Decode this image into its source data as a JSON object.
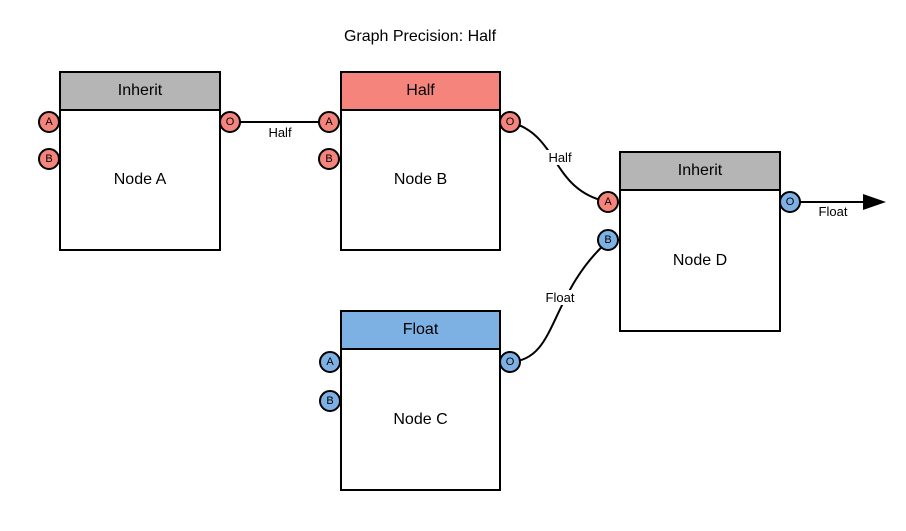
{
  "title": "Graph Precision: Half",
  "colors": {
    "header_inherit": "#B5B5B5",
    "precision_half": "#F4847C",
    "precision_float": "#7EB1E3",
    "edge_stroke": "#000000",
    "background": "#FFFFFF"
  },
  "nodes": [
    {
      "id": "node-a",
      "header": "Inherit",
      "label": "Node A",
      "ports": {
        "a": "A",
        "b": "B",
        "o": "O"
      }
    },
    {
      "id": "node-b",
      "header": "Half",
      "label": "Node B",
      "ports": {
        "a": "A",
        "b": "B",
        "o": "O"
      }
    },
    {
      "id": "node-c",
      "header": "Float",
      "label": "Node C",
      "ports": {
        "a": "A",
        "b": "B",
        "o": "O"
      }
    },
    {
      "id": "node-d",
      "header": "Inherit",
      "label": "Node D",
      "ports": {
        "a": "A",
        "b": "B",
        "o": "O"
      }
    }
  ],
  "edges": [
    {
      "from": "node-a.O",
      "to": "node-b.A",
      "label": "Half"
    },
    {
      "from": "node-b.O",
      "to": "node-d.A",
      "label": "Half"
    },
    {
      "from": "node-c.O",
      "to": "node-d.B",
      "label": "Float"
    },
    {
      "from": "node-d.O",
      "to": "graph-output",
      "label": "Float"
    }
  ]
}
